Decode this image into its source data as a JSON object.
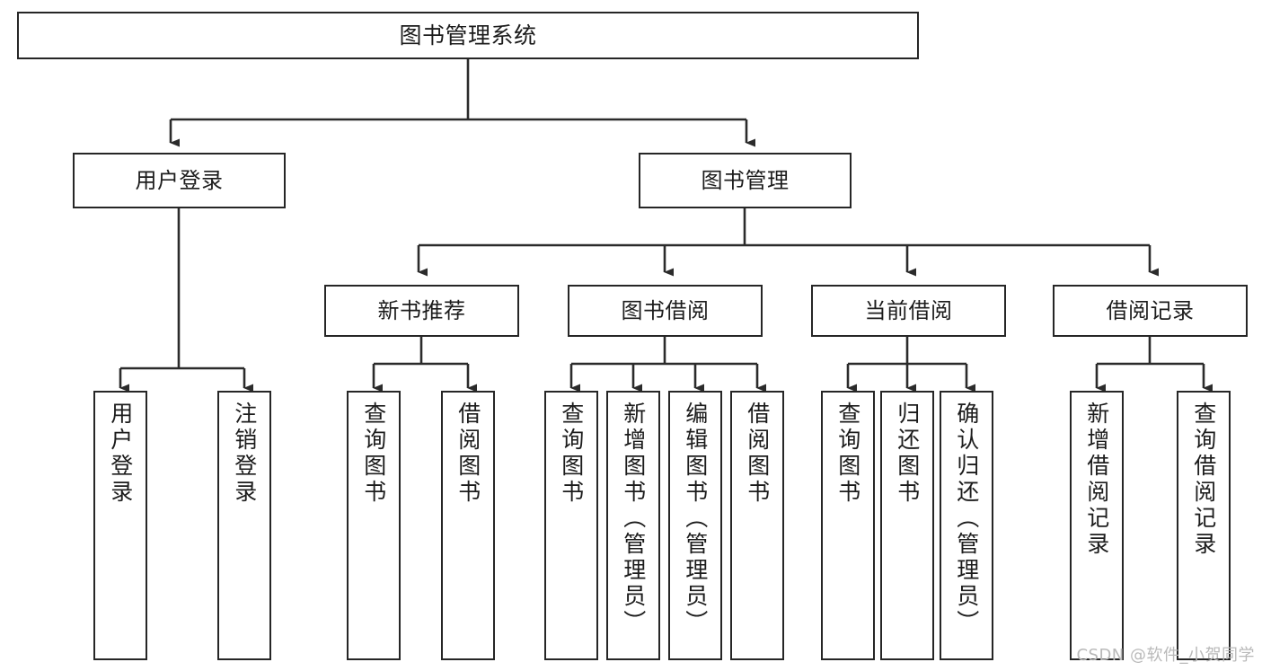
{
  "diagram": {
    "title": "图书管理系统",
    "type": "hierarchy-tree",
    "root": {
      "id": "root",
      "label": "图书管理系统"
    },
    "level2": [
      {
        "id": "user-login",
        "label": "用户登录"
      },
      {
        "id": "book-manage",
        "label": "图书管理"
      }
    ],
    "level3": [
      {
        "id": "new-book-recommend",
        "label": "新书推荐"
      },
      {
        "id": "book-borrow",
        "label": "图书借阅"
      },
      {
        "id": "current-borrow",
        "label": "当前借阅"
      },
      {
        "id": "borrow-record",
        "label": "借阅记录"
      }
    ],
    "leaves": {
      "user_login": [
        {
          "id": "leaf-user-login",
          "label": "用户登录"
        },
        {
          "id": "leaf-logout-login",
          "label": "注销登录"
        }
      ],
      "new_book_recommend": [
        {
          "id": "leaf-query-book-1",
          "label": "查询图书"
        },
        {
          "id": "leaf-borrow-book-1",
          "label": "借阅图书"
        }
      ],
      "book_borrow": [
        {
          "id": "leaf-query-book-2",
          "label": "查询图书"
        },
        {
          "id": "leaf-add-book",
          "label": "新增图书（管理员）"
        },
        {
          "id": "leaf-edit-book",
          "label": "编辑图书（管理员）"
        },
        {
          "id": "leaf-borrow-book-2",
          "label": "借阅图书"
        }
      ],
      "current_borrow": [
        {
          "id": "leaf-query-book-3",
          "label": "查询图书"
        },
        {
          "id": "leaf-return-book",
          "label": "归还图书"
        },
        {
          "id": "leaf-confirm-return",
          "label": "确认归还（管理员）"
        }
      ],
      "borrow_record": [
        {
          "id": "leaf-add-record",
          "label": "新增借阅记录"
        },
        {
          "id": "leaf-query-record",
          "label": "查询借阅记录"
        }
      ]
    }
  },
  "watermark": {
    "text": "CSDN @软件_小贺同学"
  },
  "colors": {
    "box_border": "#262626",
    "box_fill": "#ffffff",
    "connector": "#2b2b2b",
    "text": "#1c1c1c",
    "watermark": "#b9b9b9"
  }
}
